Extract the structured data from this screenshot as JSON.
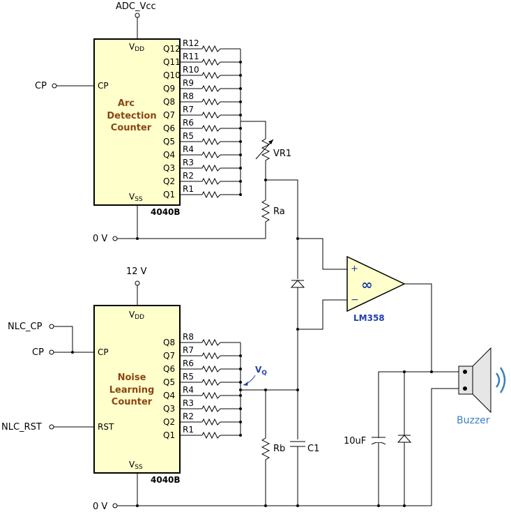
{
  "supplies": {
    "adc_vcc": "ADC_Vcc",
    "v12": "12 V",
    "zero_v": "0 V"
  },
  "top_counter": {
    "name_lines": [
      "Arc",
      "Detection",
      "Counter"
    ],
    "part": "4040B",
    "vdd": "V",
    "vdd_sub": "DD",
    "vss": "V",
    "vss_sub": "SS",
    "cp_pin": "CP",
    "outputs": [
      "Q12",
      "Q11",
      "Q10",
      "Q9",
      "Q8",
      "Q7",
      "Q6",
      "Q5",
      "Q4",
      "Q3",
      "Q2",
      "Q1"
    ],
    "resistors": [
      "R12",
      "R11",
      "R10",
      "R9",
      "R8",
      "R7",
      "R6",
      "R5",
      "R4",
      "R3",
      "R2",
      "R1"
    ]
  },
  "bottom_counter": {
    "name_lines": [
      "Noise",
      "Learning",
      "Counter"
    ],
    "part": "4040B",
    "vdd": "V",
    "vdd_sub": "DD",
    "vss": "V",
    "vss_sub": "SS",
    "cp_pin": "CP",
    "rst_pin": "RST",
    "outputs": [
      "Q8",
      "Q7",
      "Q6",
      "Q5",
      "Q4",
      "Q3",
      "Q2",
      "Q1"
    ],
    "resistors": [
      "R8",
      "R7",
      "R6",
      "R5",
      "R4",
      "R3",
      "R2",
      "R1"
    ]
  },
  "inputs": {
    "cp_top": "CP",
    "nlc_cp": "NLC_CP",
    "cp_bottom": "CP",
    "nlc_rst": "NLC_RST"
  },
  "components": {
    "vr1": "VR1",
    "ra": "Ra",
    "rb": "Rb",
    "c1": "C1",
    "cap_10uf": "10uF",
    "vq": "V",
    "vq_sub": "Q"
  },
  "opamp": {
    "name": "LM358",
    "plus": "+",
    "minus": "−",
    "symbol": "∞"
  },
  "buzzer": {
    "label": "Buzzer"
  },
  "colors": {
    "chip_fill": "#FFFFCC",
    "chip_title": "#8B4513",
    "blue": "#1F3FA8",
    "buzzer_label": "#3A7FC1"
  }
}
